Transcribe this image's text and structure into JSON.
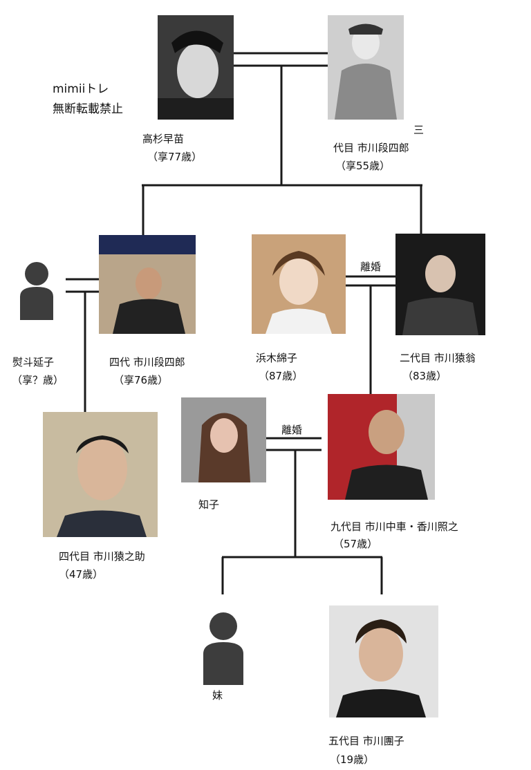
{
  "watermark": {
    "line1": "mimiiトレ",
    "line2": "無断転載禁止"
  },
  "people": {
    "takasugi": {
      "name": "高杉早苗",
      "age": "（享77歳）"
    },
    "danshiro3": {
      "prefix": "三",
      "name": "代目 市川段四郎",
      "age": "（享55歳）"
    },
    "noshi": {
      "name": "熨斗延子",
      "age": "（享？歳）"
    },
    "danshiro4": {
      "name": "四代 市川段四郎",
      "age": "（享76歳）"
    },
    "hamaki": {
      "name": "浜木綿子",
      "age": "（87歳）"
    },
    "enoh": {
      "name": "二代目 市川猿翁",
      "age": "（83歳）"
    },
    "tomoko": {
      "name": "知子"
    },
    "chusha": {
      "name": "九代目 市川中車・香川照之",
      "age": "（57歳）"
    },
    "ennosuke": {
      "name": "四代目 市川猿之助",
      "age": "（47歳）"
    },
    "imouto": {
      "name": "妹"
    },
    "danko": {
      "name": "五代目 市川團子",
      "age": "（19歳）"
    }
  },
  "relations": {
    "divorce1": "離婚",
    "divorce2": "離婚"
  },
  "colors": {
    "line": "#1a1a1a",
    "silhouette": "#3d3d3d",
    "photo_bg": "#cfcfcf"
  }
}
